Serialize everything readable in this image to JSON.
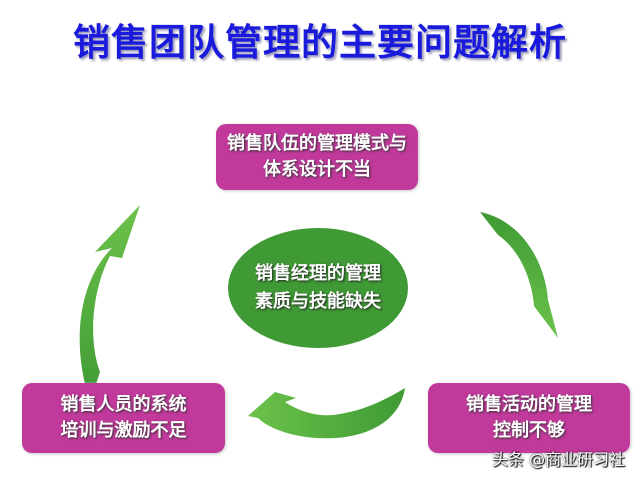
{
  "title": "销售团队管理的主要问题解析",
  "center": {
    "line1": "销售经理的管理",
    "line2": "素质与技能缺失"
  },
  "nodes": [
    {
      "line1": "销售队伍的管理模式与",
      "line2": "体系设计不当"
    },
    {
      "line1": "销售活动的管理",
      "line2": "控制不够"
    },
    {
      "line1": "销售人员的系统",
      "line2": "培训与激励不足"
    }
  ],
  "watermark": "头条 @商业研习社",
  "colors": {
    "title": "#1a1adc",
    "box": "#c0399b",
    "center": "#3f9a35",
    "arrow_light": "#6cc24a",
    "arrow_dark": "#3f9a35"
  }
}
